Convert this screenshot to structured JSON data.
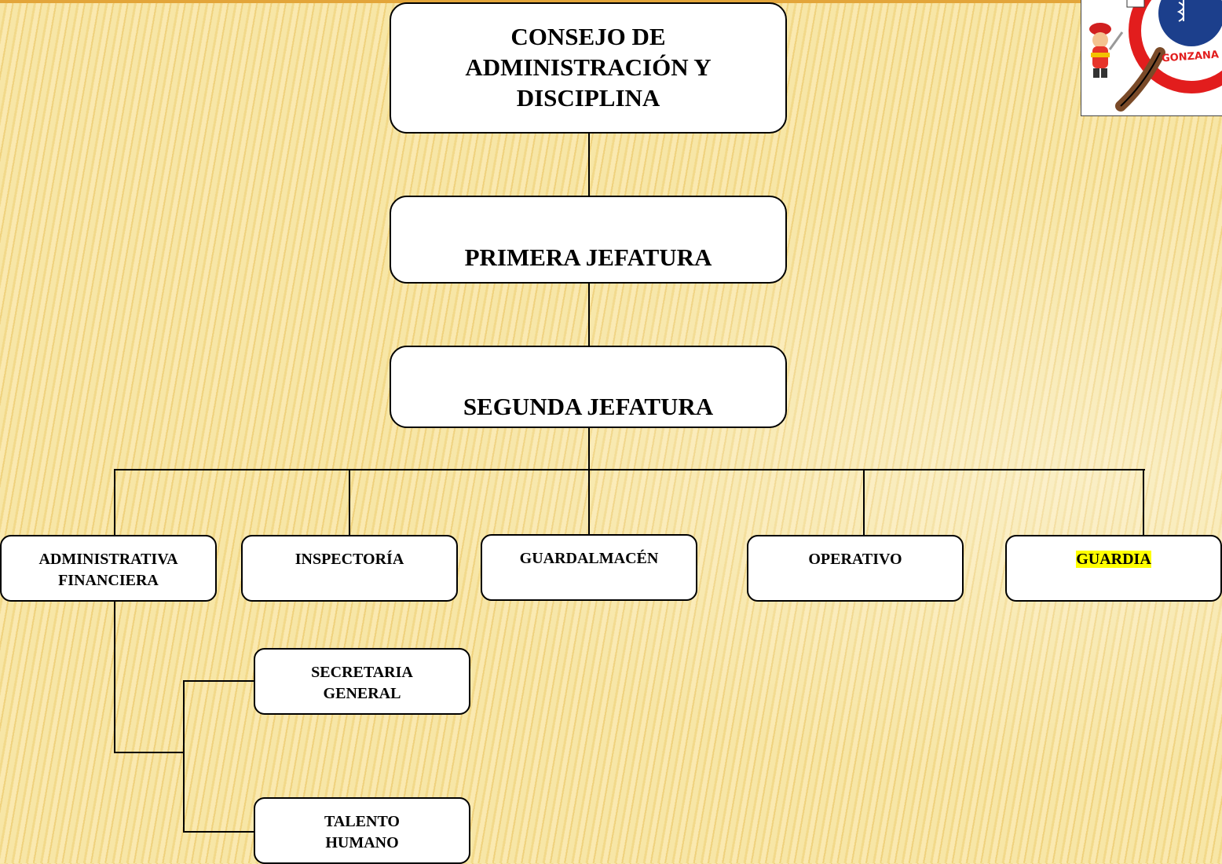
{
  "diagram": {
    "nodes": {
      "consejo": "CONSEJO DE ADMINISTRACIÓN Y DISCIPLINA",
      "primera": "PRIMERA JEFATURA",
      "segunda": "SEGUNDA JEFATURA",
      "administrativa": "ADMINISTRATIVA FINANCIERA",
      "inspectoria": "INSPECTORÍA",
      "guardalmacen": "GUARDALMACÉN",
      "operativo": "OPERATIVO",
      "guardia": "GUARDIA",
      "secretaria": "SECRETARIA GENERAL",
      "talento": "TALENTO HUMANO"
    },
    "highlight_color": "#ffff00",
    "border_color": "#000000",
    "node_fill": "#ffffff"
  },
  "logo": {
    "text": "GONZANA",
    "icon": "firefighter-emblem-icon",
    "ring_color": "#e21d1d",
    "center_color": "#1c3f8c"
  }
}
